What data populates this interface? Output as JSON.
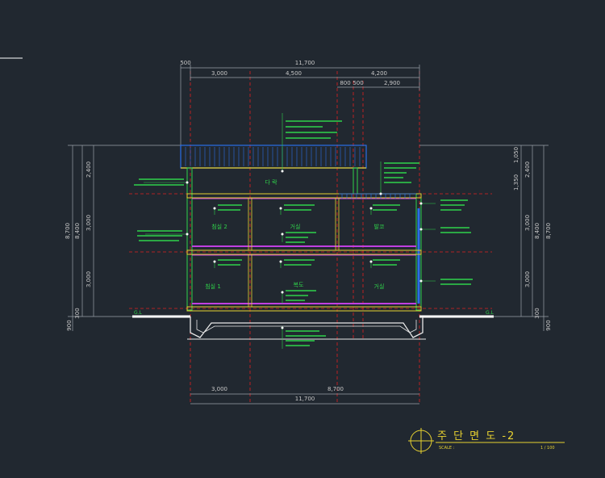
{
  "colors": {
    "background": "#212830",
    "dimension": "#c8c8c8",
    "red": "#e02020",
    "green": "#2fd24a",
    "yellow": "#e8d230",
    "blue": "#2a6fe8",
    "magenta": "#c040e0",
    "white": "#ffffff",
    "wall": "#e8e8e8"
  },
  "dims": {
    "top_500": "500",
    "top_total": "11,700",
    "top_3000": "3,000",
    "top_4500": "4,500",
    "top_4200": "4,200",
    "top_800": "800",
    "top_500b": "500",
    "top_2900": "2,900",
    "bottom_3000": "3,000",
    "bottom_8700": "8,700",
    "bottom_total": "11,700",
    "left_2400": "2,400",
    "left_3000a": "3,000",
    "left_8400": "8,400",
    "left_8700": "8,700",
    "left_3000b": "3,000",
    "left_300": "300",
    "left_900": "900",
    "right_1050": "1,050",
    "right_2400": "2,400",
    "right_1350": "1,350",
    "right_3000a": "3,000",
    "right_8400": "8,400",
    "right_8700": "8,700",
    "right_3000b": "3,000",
    "right_300": "300",
    "right_900": "900"
  },
  "levels": {
    "left": "G.L",
    "right": "G.L"
  },
  "rooms": {
    "attic": "다 락",
    "bedroom2": "침실 2",
    "living_upper": "거실",
    "balcony": "발코",
    "bedroom1": "침실 1",
    "hall": "복도",
    "living_lower": "거실"
  },
  "title": {
    "main": "주 단 면 도 -2",
    "scale_label": "SCALE :",
    "scale_value": "1 / 100"
  }
}
